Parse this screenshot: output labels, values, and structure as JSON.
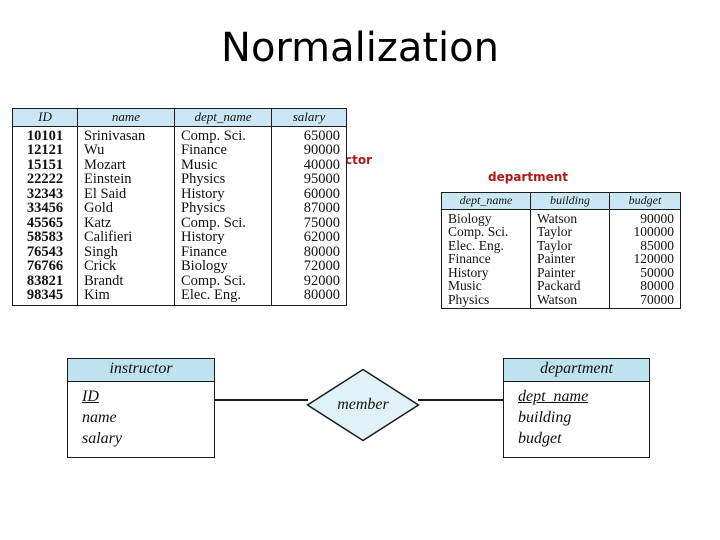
{
  "slide": {
    "title": "Normalization"
  },
  "captions": {
    "instructor": "instructor",
    "department": "department"
  },
  "colors": {
    "caption_red": "#b01818",
    "header_blue": "#cbe7f5",
    "entity_header_blue": "#bfe2ef",
    "diamond_blue": "#e0f2f8",
    "line_black": "#1a1a1a",
    "page_background": "#ffffff"
  },
  "instructor_relation": {
    "columns": [
      "ID",
      "name",
      "dept_name",
      "salary"
    ],
    "rows": [
      [
        "10101",
        "Srinivasan",
        "Comp. Sci.",
        "65000"
      ],
      [
        "12121",
        "Wu",
        "Finance",
        "90000"
      ],
      [
        "15151",
        "Mozart",
        "Music",
        "40000"
      ],
      [
        "22222",
        "Einstein",
        "Physics",
        "95000"
      ],
      [
        "32343",
        "El Said",
        "History",
        "60000"
      ],
      [
        "33456",
        "Gold",
        "Physics",
        "87000"
      ],
      [
        "45565",
        "Katz",
        "Comp. Sci.",
        "75000"
      ],
      [
        "58583",
        "Califieri",
        "History",
        "62000"
      ],
      [
        "76543",
        "Singh",
        "Finance",
        "80000"
      ],
      [
        "76766",
        "Crick",
        "Biology",
        "72000"
      ],
      [
        "83821",
        "Brandt",
        "Comp. Sci.",
        "92000"
      ],
      [
        "98345",
        "Kim",
        "Elec. Eng.",
        "80000"
      ]
    ]
  },
  "department_relation": {
    "columns": [
      "dept_name",
      "building",
      "budget"
    ],
    "rows": [
      [
        "Biology",
        "Watson",
        "90000"
      ],
      [
        "Comp. Sci.",
        "Taylor",
        "100000"
      ],
      [
        "Elec. Eng.",
        "Taylor",
        "85000"
      ],
      [
        "Finance",
        "Painter",
        "120000"
      ],
      [
        "History",
        "Painter",
        "50000"
      ],
      [
        "Music",
        "Packard",
        "80000"
      ],
      [
        "Physics",
        "Watson",
        "70000"
      ]
    ]
  },
  "er_diagram": {
    "entities": [
      {
        "name": "instructor",
        "attributes": [
          {
            "label": "ID",
            "primary_key": true
          },
          {
            "label": "name",
            "primary_key": false
          },
          {
            "label": "salary",
            "primary_key": false
          }
        ]
      },
      {
        "name": "department",
        "attributes": [
          {
            "label": "dept_name",
            "primary_key": true
          },
          {
            "label": "building",
            "primary_key": false
          },
          {
            "label": "budget",
            "primary_key": false
          }
        ]
      }
    ],
    "relationship": {
      "label": "member"
    }
  }
}
